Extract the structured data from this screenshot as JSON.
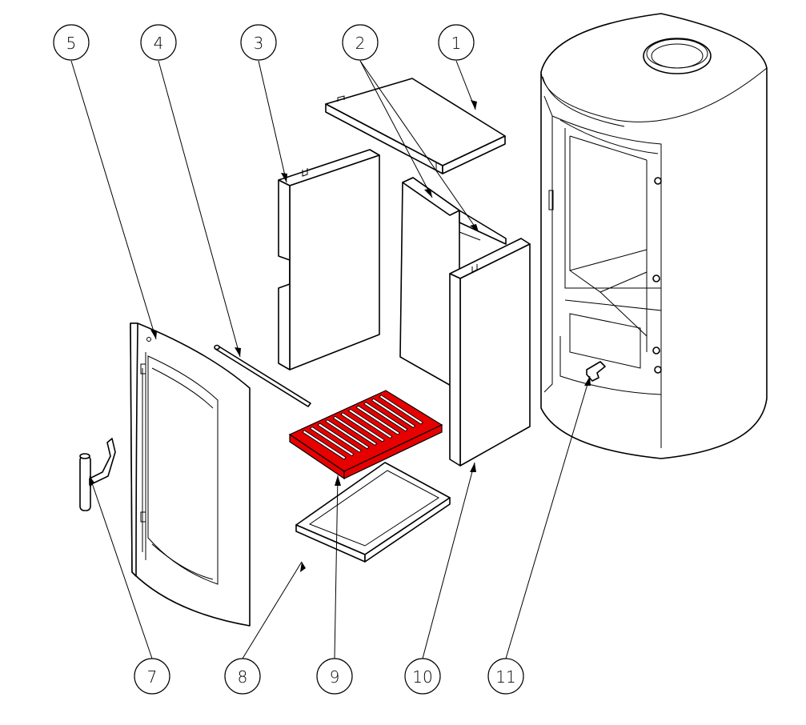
{
  "diagram": {
    "callouts": [
      {
        "id": "5",
        "label": "5"
      },
      {
        "id": "4",
        "label": "4"
      },
      {
        "id": "3",
        "label": "3"
      },
      {
        "id": "2",
        "label": "2"
      },
      {
        "id": "1",
        "label": "1"
      },
      {
        "id": "7",
        "label": "7"
      },
      {
        "id": "8",
        "label": "8"
      },
      {
        "id": "9",
        "label": "9"
      },
      {
        "id": "10",
        "label": "10"
      },
      {
        "id": "11",
        "label": "11"
      }
    ],
    "colors": {
      "line": "#000000",
      "background": "#ffffff",
      "highlight": "#e60000"
    },
    "highlighted_part": "9"
  }
}
